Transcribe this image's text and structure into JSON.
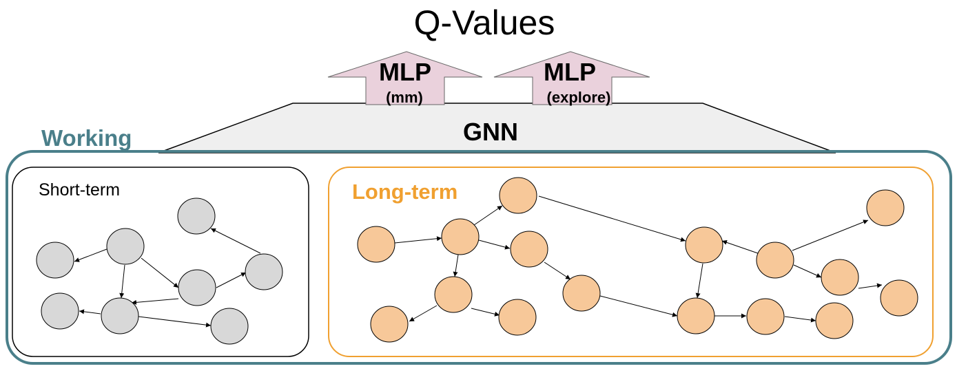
{
  "title": "Q-Values",
  "heads": [
    {
      "label": "MLP",
      "sublabel": "(mm)"
    },
    {
      "label": "MLP",
      "sublabel": "(explore)"
    }
  ],
  "gnn_label": "GNN",
  "working": {
    "label": "Working",
    "short_term": {
      "label": "Short-term"
    },
    "long_term": {
      "label": "Long-term"
    }
  },
  "colors": {
    "working": "#4a7f8a",
    "long_term": "#f0a030",
    "short_term_node": "#d8d8d8",
    "long_term_node": "#f7c899",
    "mlp_fill": "#ead1dc",
    "gnn_fill": "#efefef"
  }
}
